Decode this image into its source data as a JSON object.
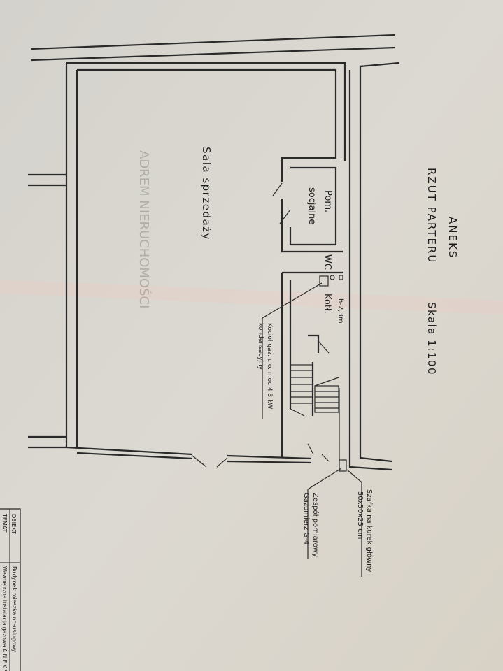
{
  "header": {
    "annex": "ANEKS",
    "title": "RZUT PARTERU",
    "scale": "Skala 1:100"
  },
  "rooms": {
    "sales_hall": "Sala sprzedaży",
    "social_room_line1": "Pom.",
    "social_room_line2": "socjalne",
    "wc": "WC",
    "boiler_room": "Kotł.",
    "height": "h-2,3m"
  },
  "annotations": {
    "boiler_line1": "Kocioł gaz. c.o. moc 4 3 kW",
    "boiler_line2": "kondensacyjny",
    "cabinet_line1": "Szafka na kurek główny",
    "cabinet_line2": "50x50x25 cm",
    "meter_line1": "Zespół pomiarowy",
    "meter_line2": "Gazomierz G-4"
  },
  "title_block": {
    "object_label": "OBIEKT",
    "object_value": "Budynek mieszkalno-usługowy",
    "topic_label": "TEMAT",
    "topic_value": "Wewnętrzna instalacja gazowa  A N E K S"
  },
  "watermark": "ADREM NIERUCHOMOŚCI"
}
